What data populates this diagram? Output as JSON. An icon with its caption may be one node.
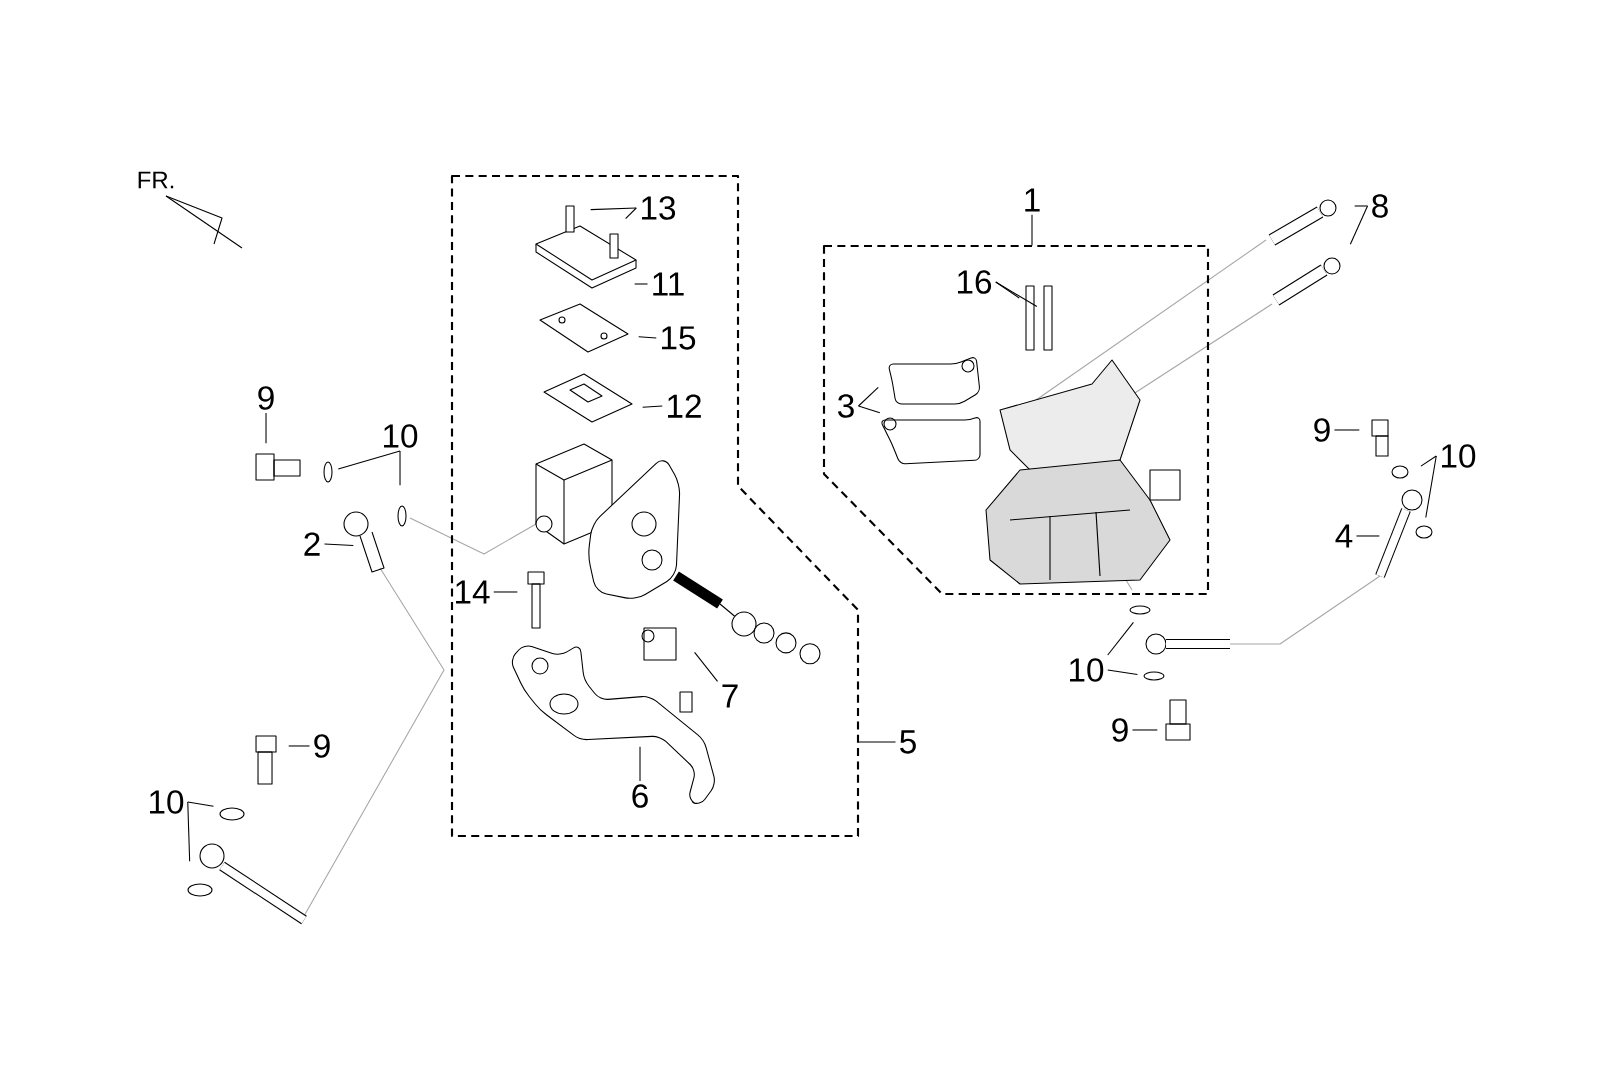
{
  "diagram": {
    "nodes": [
      {
        "text": [],
        "shape": "box"
      },
      {
        "text": [],
        "shape": "box"
      },
      {
        "text": [
          "13"
        ],
        "in": 0
      },
      {
        "text": [
          "11"
        ],
        "in": 0
      },
      {
        "text": [
          "15"
        ],
        "in": 0
      },
      {
        "text": [
          "12"
        ],
        "in": 0
      },
      {
        "text": [
          "1"
        ]
      },
      {
        "text": [
          "8"
        ]
      },
      {
        "text": [
          "16"
        ],
        "in": 1
      },
      {
        "text": [
          "9"
        ]
      },
      {
        "text": [
          "10"
        ]
      },
      {
        "text": [
          "3"
        ],
        "in": 1
      },
      {
        "text": [
          "9"
        ]
      },
      {
        "text": [
          "10"
        ]
      },
      {
        "text": [
          "2"
        ]
      },
      {
        "text": [
          "4"
        ]
      },
      {
        "text": [
          "14"
        ],
        "in": 0
      },
      {
        "text": [
          "10"
        ]
      },
      {
        "text": [
          "7"
        ],
        "in": 0
      },
      {
        "text": [
          "9"
        ]
      },
      {
        "text": [
          "5"
        ]
      },
      {
        "text": [
          "9"
        ]
      },
      {
        "text": [
          "6"
        ],
        "in": 0
      },
      {
        "text": [
          "10"
        ]
      }
    ],
    "edges": [
      {
        "from": 2,
        "to": null,
        "arrow": "none"
      },
      {
        "from": 2,
        "to": null,
        "arrow": "none"
      },
      {
        "from": 3,
        "to": null,
        "arrow": "none"
      },
      {
        "from": 4,
        "to": null,
        "arrow": "none"
      },
      {
        "from": 5,
        "to": null,
        "arrow": "none"
      },
      {
        "from": 6,
        "to": 1,
        "arrow": "none"
      },
      {
        "from": 7,
        "to": null,
        "arrow": "none"
      },
      {
        "from": 7,
        "to": null,
        "arrow": "none"
      },
      {
        "from": 8,
        "to": null,
        "arrow": "none"
      },
      {
        "from": 8,
        "to": null,
        "arrow": "none"
      },
      {
        "from": 9,
        "to": null,
        "arrow": "none"
      },
      {
        "from": 10,
        "to": null,
        "arrow": "none"
      },
      {
        "from": 10,
        "to": null,
        "arrow": "none"
      },
      {
        "from": 11,
        "to": null,
        "arrow": "none"
      },
      {
        "from": 11,
        "to": null,
        "arrow": "none"
      },
      {
        "from": 12,
        "to": null,
        "arrow": "none"
      },
      {
        "from": 13,
        "to": null,
        "arrow": "none"
      },
      {
        "from": 13,
        "to": null,
        "arrow": "none"
      },
      {
        "from": 14,
        "to": null,
        "arrow": "none"
      },
      {
        "from": 15,
        "to": null,
        "arrow": "none"
      },
      {
        "from": 16,
        "to": null,
        "arrow": "none"
      },
      {
        "from": 17,
        "to": null,
        "arrow": "none"
      },
      {
        "from": 17,
        "to": null,
        "arrow": "none"
      },
      {
        "from": 18,
        "to": null,
        "arrow": "none"
      },
      {
        "from": 19,
        "to": null,
        "arrow": "none"
      },
      {
        "from": 20,
        "to": 0,
        "arrow": "none"
      },
      {
        "from": 21,
        "to": null,
        "arrow": "none"
      },
      {
        "from": 22,
        "to": null,
        "arrow": "none"
      },
      {
        "from": 23,
        "to": null,
        "arrow": "none"
      },
      {
        "from": 23,
        "to": null,
        "arrow": "none"
      }
    ],
    "labels": [
      "FR."
    ]
  }
}
